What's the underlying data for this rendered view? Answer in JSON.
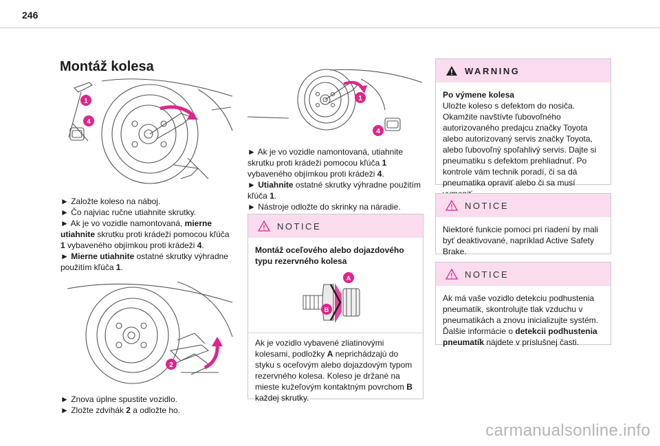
{
  "page_number": "246",
  "title": "Montáž kolesa",
  "fig_labels": {
    "fig1_a": "1",
    "fig1_b": "4",
    "fig2_a": "1",
    "fig2_b": "4",
    "fig3_a": "2",
    "fig4_a": "A",
    "fig4_b": "B"
  },
  "bullet_glyph": "►",
  "col1": {
    "p1": {
      "line1": " Založte koleso na náboj.",
      "line2": " Čo najviac ručne utiahnite skrutky.",
      "line3a": " Ak je vo vozidle namontovaná, ",
      "line3b": "mierne utiahnite",
      "line3c": " skrutku proti krádeži pomocou kľúča ",
      "line3d": "1",
      "line3e": " vybaveného objímkou proti krádeži ",
      "line3f": "4",
      "line3g": ".",
      "line4a": "Mierne utiahnite",
      "line4b": " ostatné skrutky výhradne použitím kľúča ",
      "line4c": "1",
      "line4d": "."
    },
    "p2": {
      "line1": " Znova úplne spustite vozidlo.",
      "line2a": " Zložte zdvihák ",
      "line2b": "2",
      "line2c": " a odložte ho."
    }
  },
  "col2": {
    "p1": {
      "line1a": " Ak je vo vozidle namontovaná, utiahnite skrutku proti krádeži pomocou kľúča ",
      "line1b": "1",
      "line1c": " vybaveného objímkou proti krádeži ",
      "line1d": "4",
      "line1e": ".",
      "line2a": "Utiahnite",
      "line2b": " ostatné skrutky výhradne použitím kľúča ",
      "line2c": "1",
      "line2d": ".",
      "line3": " Nástroje odložte do skrinky na náradie."
    },
    "notice": {
      "label": "NOTICE",
      "subtitle": "Montáž oceľového alebo dojazdového typu rezervného kolesa",
      "t1": "Ak je vozidlo vybavené zliatinovými kolesami, podložky ",
      "t2": "A",
      "t3": " neprichádzajú do styku s oceľovým alebo dojazdovým typom rezervného kolesa. Koleso je držané na mieste kužeľovým kontaktným povrchom ",
      "t4": "B",
      "t5": " každej skrutky."
    }
  },
  "col3": {
    "warning": {
      "label": "WARNING",
      "subtitle": "Po výmene kolesa",
      "text": "Uložte koleso s defektom do nosiča. Okamžite navštívte ľubovoľného autorizovaného predajcu značky Toyota alebo autorizovaný servis značky Toyota, alebo ľubovoľný spoľahlivý servis. Dajte si pneumatiku s defektom prehliadnuť. Po kontrole vám technik poradí, či sa dá pneumatika opraviť alebo či sa musí vymeniť."
    },
    "notice1": {
      "label": "NOTICE",
      "text": "Niektoré funkcie pomoci pri riadení by mali byť deaktivované, napríklad Active Safety Brake."
    },
    "notice2": {
      "label": "NOTICE",
      "t1": "Ak má vaše vozidlo detekciu podhustenia pneumatík, skontrolujte tlak vzduchu v pneumatikách a znovu inicializujte systém. Ďalšie informácie o ",
      "t2": "detekcii podhustenia pneumatík",
      "t3": " nájdete v príslušnej časti."
    }
  },
  "footer": "carmanualsonline.info",
  "colors": {
    "accent": "#e0248a",
    "notice_bg": "#fbdcef",
    "warning_icon": "#222222",
    "notice_icon": "#e0248a"
  }
}
